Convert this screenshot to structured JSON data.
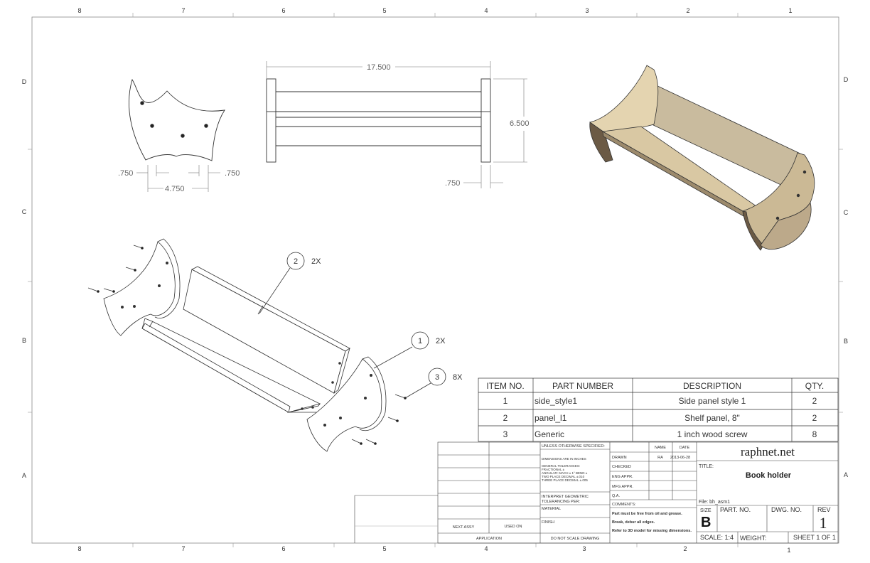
{
  "border": {
    "top_cols": [
      "8",
      "7",
      "6",
      "5",
      "4",
      "3",
      "2",
      "1"
    ],
    "bottom_cols": [
      "8",
      "7",
      "6",
      "5",
      "4",
      "3",
      "2",
      "1"
    ],
    "left_rows": [
      "D",
      "C",
      "B",
      "A"
    ],
    "right_rows": [
      "D",
      "C",
      "B",
      "A"
    ]
  },
  "dimensions": {
    "overall_length": "17.500",
    "height": "6.500",
    "end_thickness": ".750",
    "left_edge": ".750",
    "right_edge": ".750",
    "width": "4.750"
  },
  "balloons": [
    {
      "num": "2",
      "qty": "2X"
    },
    {
      "num": "1",
      "qty": "2X"
    },
    {
      "num": "3",
      "qty": "8X"
    }
  ],
  "bom": {
    "headers": [
      "ITEM NO.",
      "PART NUMBER",
      "DESCRIPTION",
      "QTY."
    ],
    "rows": [
      [
        "1",
        "side_style1",
        "Side panel style 1",
        "2"
      ],
      [
        "2",
        "panel_l1",
        "Shelf panel, 8\"",
        "2"
      ],
      [
        "3",
        "Generic",
        "1 inch wood screw",
        "8"
      ]
    ]
  },
  "title_block": {
    "unless": "UNLESS OTHERWISE SPECIFIED:",
    "dims_in": "DIMENSIONS ARE IN INCHES",
    "tol1": "GENERAL TOLERANCES:",
    "tol2": "FRACTIONAL ±",
    "tol3": "ANGULAR: MACH ± 1°   BEND ±",
    "tol4": "TWO PLACE DECIMAL   ±.010",
    "tol5": "THREE PLACE DECIMAL  ±.005",
    "interp1": "INTERPRET GEOMETRIC",
    "interp2": "TOLERANCING PER:",
    "material": "MATERIAL",
    "finish": "FINISH",
    "next_assy": "NEXT ASSY",
    "used_on": "USED ON",
    "application": "APPLICATION",
    "do_not_scale": "DO NOT SCALE DRAWING",
    "name_hdr": "NAME",
    "date_hdr": "DATE",
    "drawn": "DRAWN",
    "drawn_name": "RA",
    "drawn_date": "2013-06-28",
    "checked": "CHECKED",
    "eng_appr": "ENG APPR.",
    "mfg_appr": "MFG APPR.",
    "qa": "Q.A.",
    "comments": "COMMENTS:",
    "comment1": "Part must be free from oil and grease.",
    "comment2": "Break, debur all edges.",
    "comment3": "Refer to 3D model for missing dimensions.",
    "company": "raphnet.net",
    "title_label": "TITLE:",
    "title": "Book holder",
    "file": "File: bh_asm1",
    "size_label": "SIZE",
    "size": "B",
    "part_no": "PART. NO.",
    "dwg_no": "DWG.  NO.",
    "rev_label": "REV",
    "rev": "1",
    "scale": "SCALE: 1:4",
    "weight": "WEIGHT:",
    "sheet": "SHEET 1 OF 1"
  }
}
